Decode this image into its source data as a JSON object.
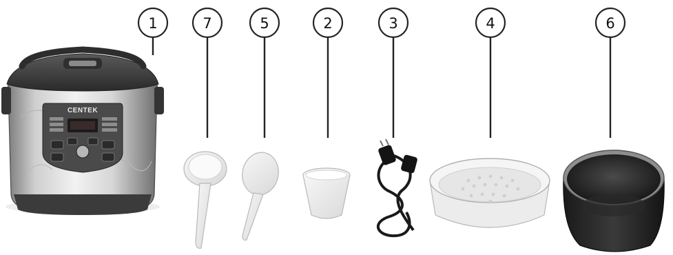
{
  "brand_label": "CENTEK",
  "callouts": [
    {
      "id": "cooker",
      "number": "1"
    },
    {
      "id": "ladle",
      "number": "7"
    },
    {
      "id": "rice-spoon",
      "number": "5"
    },
    {
      "id": "measuring-cup",
      "number": "2"
    },
    {
      "id": "power-cord",
      "number": "3"
    },
    {
      "id": "steamer-tray",
      "number": "4"
    },
    {
      "id": "inner-bowl",
      "number": "6"
    }
  ]
}
